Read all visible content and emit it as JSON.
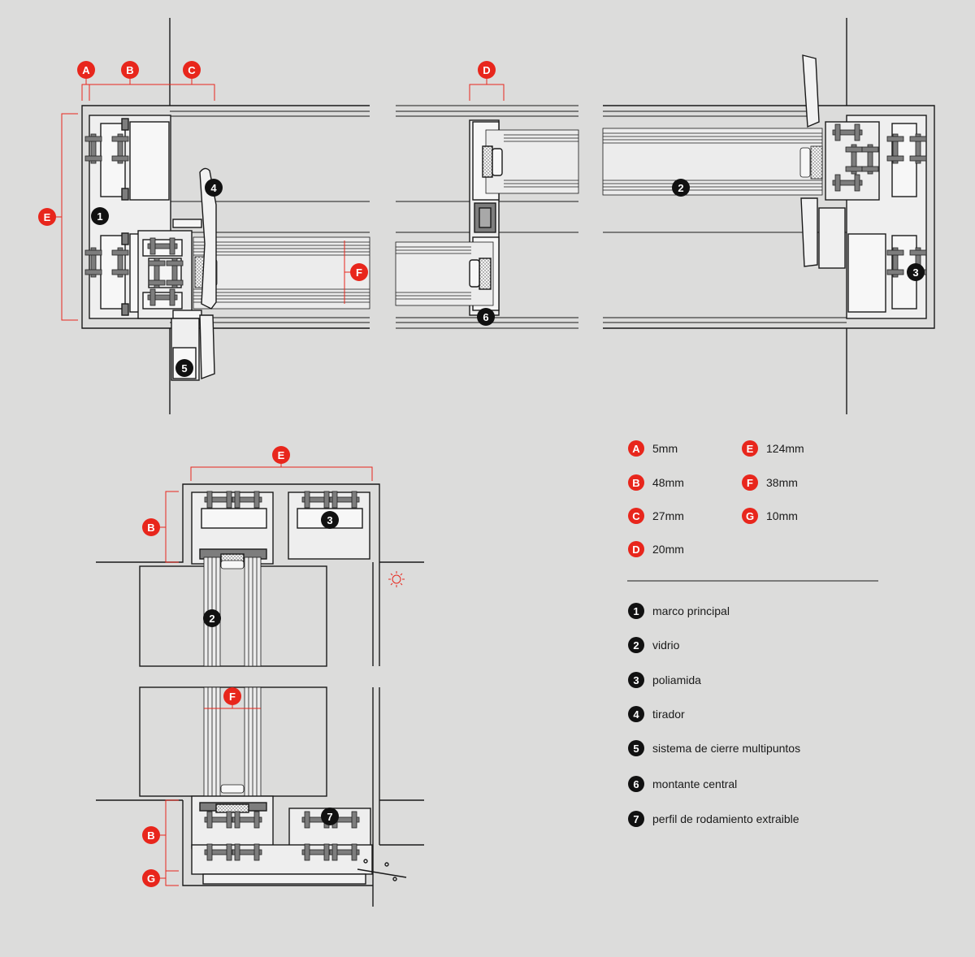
{
  "dimension_markers": {
    "A": "A",
    "B": "B",
    "C": "C",
    "D": "D",
    "E": "E",
    "F": "F",
    "G": "G"
  },
  "part_markers": {
    "p1": "1",
    "p2": "2",
    "p3": "3",
    "p4": "4",
    "p5": "5",
    "p6": "6",
    "p7": "7"
  },
  "legend": {
    "dimensions": [
      {
        "key": "A",
        "value": "5mm"
      },
      {
        "key": "B",
        "value": "48mm"
      },
      {
        "key": "C",
        "value": "27mm"
      },
      {
        "key": "D",
        "value": "20mm"
      },
      {
        "key": "E",
        "value": "124mm"
      },
      {
        "key": "F",
        "value": "38mm"
      },
      {
        "key": "G",
        "value": "10mm"
      }
    ],
    "parts": [
      {
        "key": "1",
        "label": "marco principal"
      },
      {
        "key": "2",
        "label": "vidrio"
      },
      {
        "key": "3",
        "label": "poliamida"
      },
      {
        "key": "4",
        "label": "tirador"
      },
      {
        "key": "5",
        "label": "sistema de cierre multipuntos"
      },
      {
        "key": "6",
        "label": "montante central"
      },
      {
        "key": "7",
        "label": "perfil de rodamiento extraible"
      }
    ]
  },
  "colors": {
    "background": "#dcdcdb",
    "marker_red": "#e8261c",
    "marker_black": "#111111",
    "dimension_line": "#e8261c",
    "polyamide": "#7d7d7d",
    "drawing_line": "#1a1a1a"
  }
}
